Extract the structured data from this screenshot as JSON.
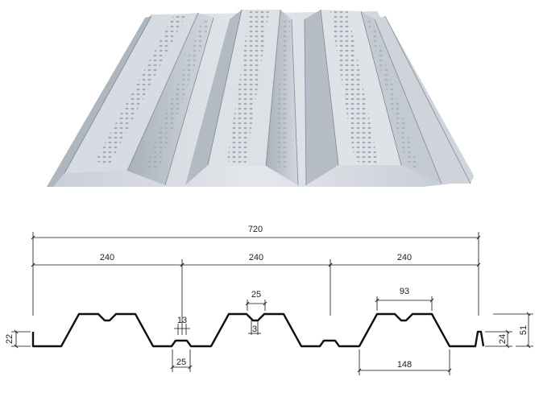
{
  "figure": {
    "dimensions": {
      "overall_width": "720",
      "pitch_1": "240",
      "pitch_2": "240",
      "pitch_3": "240",
      "rib_top_stiffener": "25",
      "rib_top_width": "93",
      "rib_bottom_width": "148",
      "pan_stiffener_width": "25",
      "stiffener_gap": "13",
      "stiffener_depth": "3",
      "lap_edge_height": "22",
      "end_lip_height": "24",
      "total_depth": "51"
    },
    "colors": {
      "line": "#111111",
      "sheet_light": "#dfe3e8",
      "sheet_mid": "#b9c0c9",
      "sheet_dark": "#8d96a2"
    }
  }
}
